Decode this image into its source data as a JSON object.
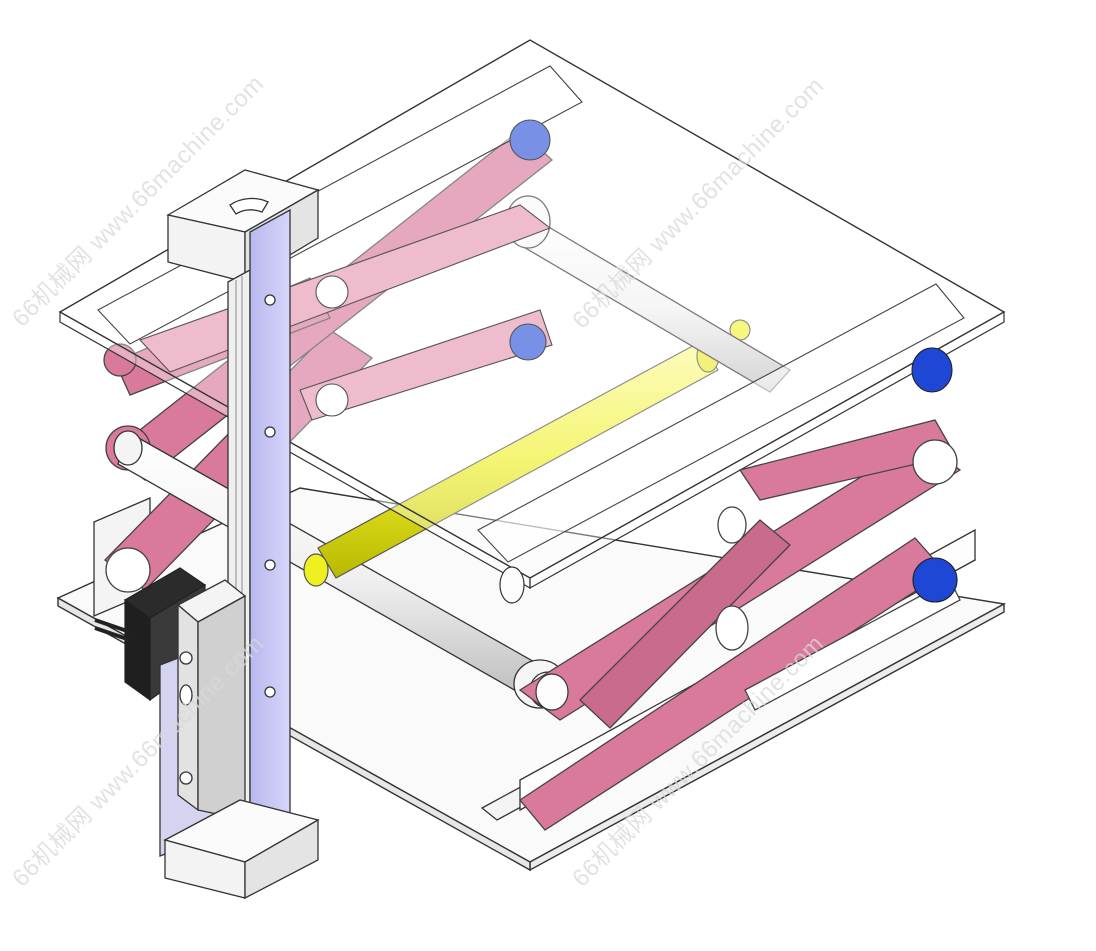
{
  "watermarks": [
    "66机械网 www.66machine.com",
    "66机械网 www.66machine.com",
    "66机械网 www.66machine.com",
    "66机械网 www.66machine.com"
  ],
  "colors": {
    "scissor_arm": "#d97a9c",
    "scissor_arm_light": "#eebccd",
    "rod": "#f2f2f2",
    "lead_screw": "#f3f33a",
    "pin_blue": "#1f47d6",
    "pin_blue_light": "#7891e6",
    "rail": "#c9c8f5",
    "motor": "#2b2b2b",
    "outline": "#333333"
  },
  "icons": [
    "scissor-lift-assembly",
    "stepper-motor-icon",
    "linear-rail-icon"
  ]
}
